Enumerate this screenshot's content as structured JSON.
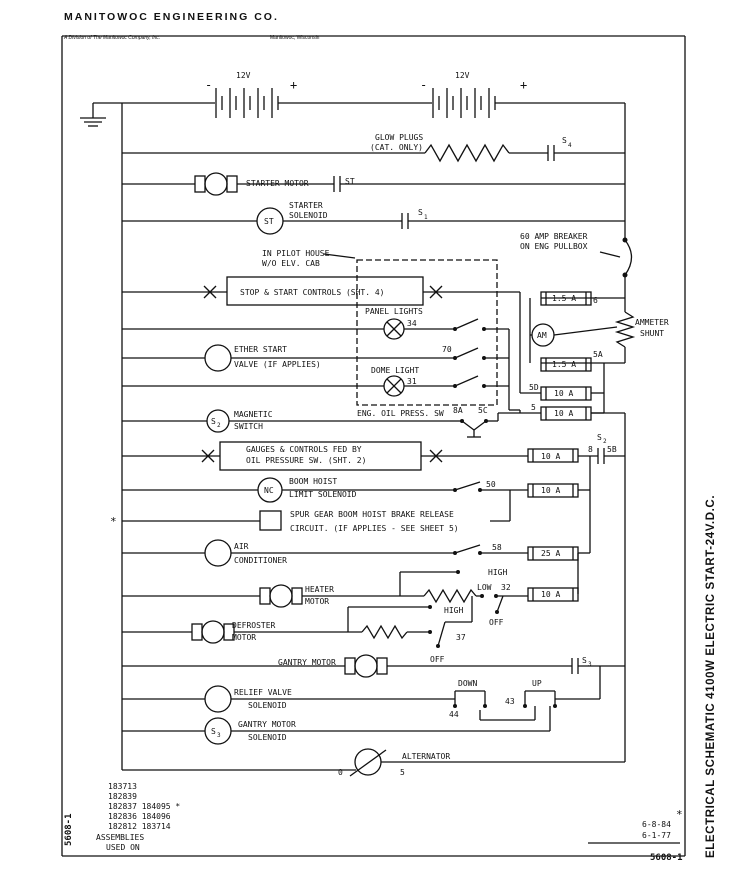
{
  "header": {
    "company": "MANITOWOC ENGINEERING CO.",
    "division": "A Division of The Manitowoc Company, Inc.",
    "location": "Manitowoc, Wisconsin"
  },
  "batteries": {
    "left": "12V",
    "right": "12V",
    "minus": "-",
    "plus": "+"
  },
  "labels": {
    "glow_plugs_1": "GLOW PLUGS",
    "glow_plugs_2": "(CAT. ONLY)",
    "s4": "S",
    "s4_sub": "4",
    "starter_motor": "STARTER MOTOR",
    "st_switch": "ST",
    "starter_sol_1": "STARTER",
    "starter_sol_2": "SOLENOID",
    "st_coil": "ST",
    "s1": "S",
    "s1_sub": "1",
    "breaker_1": "60 AMP BREAKER",
    "breaker_2": "ON ENG PULLBOX",
    "pilot_1": "IN PILOT HOUSE",
    "pilot_2": "W/O ELV. CAB",
    "stop_start": "STOP & START CONTROLS (SHT. 4)",
    "panel_lights": "PANEL LIGHTS",
    "w34": "34",
    "ether_1": "ETHER START",
    "ether_2": "VALVE (IF APPLIES)",
    "w70": "70",
    "dome_light": "DOME LIGHT",
    "w31": "31",
    "am": "AM",
    "ammeter_1": "AMMETER",
    "ammeter_2": "SHUNT",
    "fuse_15a": "1.5 A",
    "fuse_10a": "10 A",
    "fuse_25a": "25 A",
    "w6": "6",
    "w5a": "5A",
    "w5d": "5D",
    "w5": "5",
    "s2_coil": "S",
    "s2_sub": "2",
    "magnetic_1": "MAGNETIC",
    "magnetic_2": "SWITCH",
    "oil_press": "ENG. OIL PRESS. SW",
    "w8a": "8A",
    "w5c": "5C",
    "gauges_1": "GAUGES & CONTROLS FED BY",
    "gauges_2": "OIL PRESSURE SW. (SHT. 2)",
    "w8": "8",
    "s2_sw": "S",
    "s2_sw_sub": "2",
    "w5b": "5B",
    "nc": "NC",
    "boom_1": "BOOM HOIST",
    "boom_2": "LIMIT SOLENOID",
    "w50": "50",
    "spur_1": "SPUR GEAR BOOM HOIST BRAKE RELEASE",
    "spur_2": "CIRCUIT.  (IF APPLIES - SEE SHEET 5)",
    "asterisk": "*",
    "air_1": "AIR",
    "air_2": "CONDITIONER",
    "w58": "58",
    "high": "HIGH",
    "low": "LOW",
    "w32": "32",
    "heater_1": "HEATER",
    "heater_2": "MOTOR",
    "off": "OFF",
    "defroster_1": "DEFROSTER",
    "defroster_2": "MOTOR",
    "w37": "37",
    "gantry_motor": "GANTRY MOTOR",
    "s3": "S",
    "s3_sub": "3",
    "down": "DOWN",
    "up": "UP",
    "w44": "44",
    "w43": "43",
    "relief_1": "RELIEF VALVE",
    "relief_2": "SOLENOID",
    "gantry_sol_1": "GANTRY MOTOR",
    "gantry_sol_2": "SOLENOID",
    "alternator": "ALTERNATOR",
    "w0": "0",
    "w5alt": "5"
  },
  "assemblies": {
    "lines": [
      "183713",
      "182839",
      "182837  184095 *",
      "182836  184096",
      "182812  183714"
    ],
    "caption_1": "ASSEMBLIES",
    "caption_2": "USED ON"
  },
  "dates": {
    "d1": "6-8-84",
    "d2": "6-1-77",
    "star": "*"
  },
  "drawing_number": "5608-1",
  "side_title": "ELECTRICAL SCHEMATIC 4100W ELECTRIC START-24V.D.C."
}
